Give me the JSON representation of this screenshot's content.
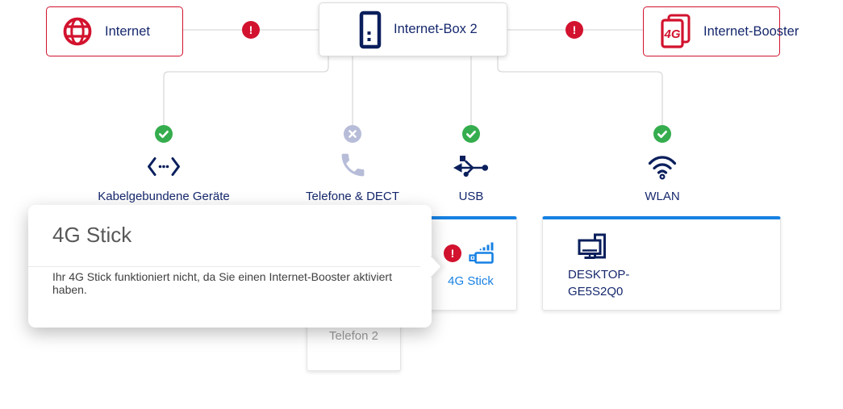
{
  "nodes": {
    "internet": {
      "label": "Internet"
    },
    "internet_box": {
      "label": "Internet-Box 2"
    },
    "booster": {
      "label": "Internet-Booster"
    }
  },
  "connection_errors": [
    {
      "between": "internet/internet_box",
      "symbol": "!"
    },
    {
      "between": "internet_box/booster",
      "symbol": "!"
    }
  ],
  "branches": [
    {
      "label": "Kabelgebundene Geräte",
      "status": "connected"
    },
    {
      "label": "Telefone & DECT",
      "status": "disabled"
    },
    {
      "label": "USB",
      "status": "connected"
    },
    {
      "label": "WLAN",
      "status": "connected"
    }
  ],
  "devices": {
    "telefon2": {
      "label": "Telefon 2"
    },
    "stick": {
      "label": "4G Stick",
      "has_error": true,
      "error_symbol": "!"
    },
    "desktop": {
      "label_line1": "DESKTOP-",
      "label_line2": "GE5S2Q0"
    }
  },
  "tooltip": {
    "title": "4G Stick",
    "body": "Ihr 4G Stick funktioniert nicht, da Sie einen Internet-Booster aktiviert haben."
  },
  "booster_icon_text": "4G",
  "colors": {
    "red": "#D2122E",
    "navy_text": "#16286D",
    "navy_icon": "#0A1F5C",
    "blue": "#1781E3",
    "green": "#35AD4E",
    "lavender": "#B7BCD8",
    "line_gray": "#D9D9D9"
  }
}
